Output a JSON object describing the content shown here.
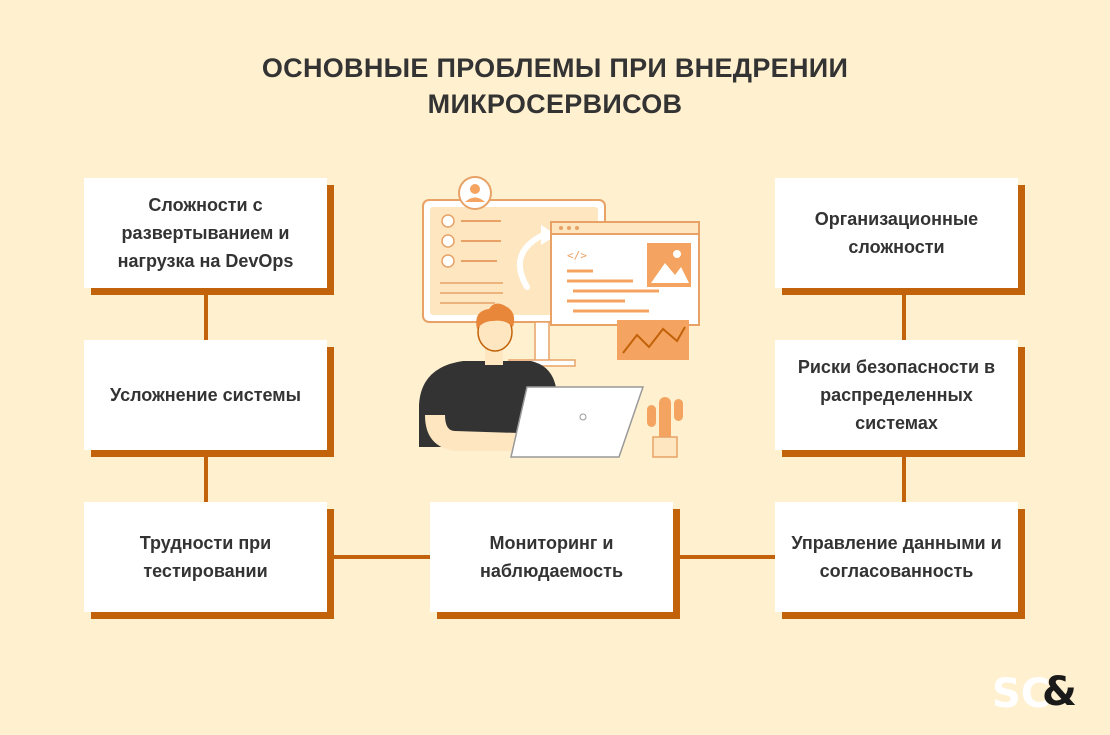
{
  "title": {
    "line1": "ОСНОВНЫЕ ПРОБЛЕМЫ ПРИ ВНЕДРЕНИИ",
    "line2": "МИКРОСЕРВИСОВ"
  },
  "cards": {
    "deployment": "Сложности с развертыванием и нагрузка на DevOps",
    "complexity": "Усложнение системы",
    "testing": "Трудности при тестировании",
    "monitoring": "Мониторинг и наблюдаемость",
    "organizational": "Организационные сложности",
    "security": "Риски безопасности в распределенных системах",
    "data": "Управление данными и согласованность"
  },
  "colors": {
    "background": "#fff0cf",
    "accent": "#c2620a",
    "card": "#ffffff",
    "text": "#333333",
    "illustration_light": "#fde6c0",
    "illustration_orange": "#f4a460"
  },
  "logo": {
    "letters": "SC",
    "symbol": "&"
  }
}
